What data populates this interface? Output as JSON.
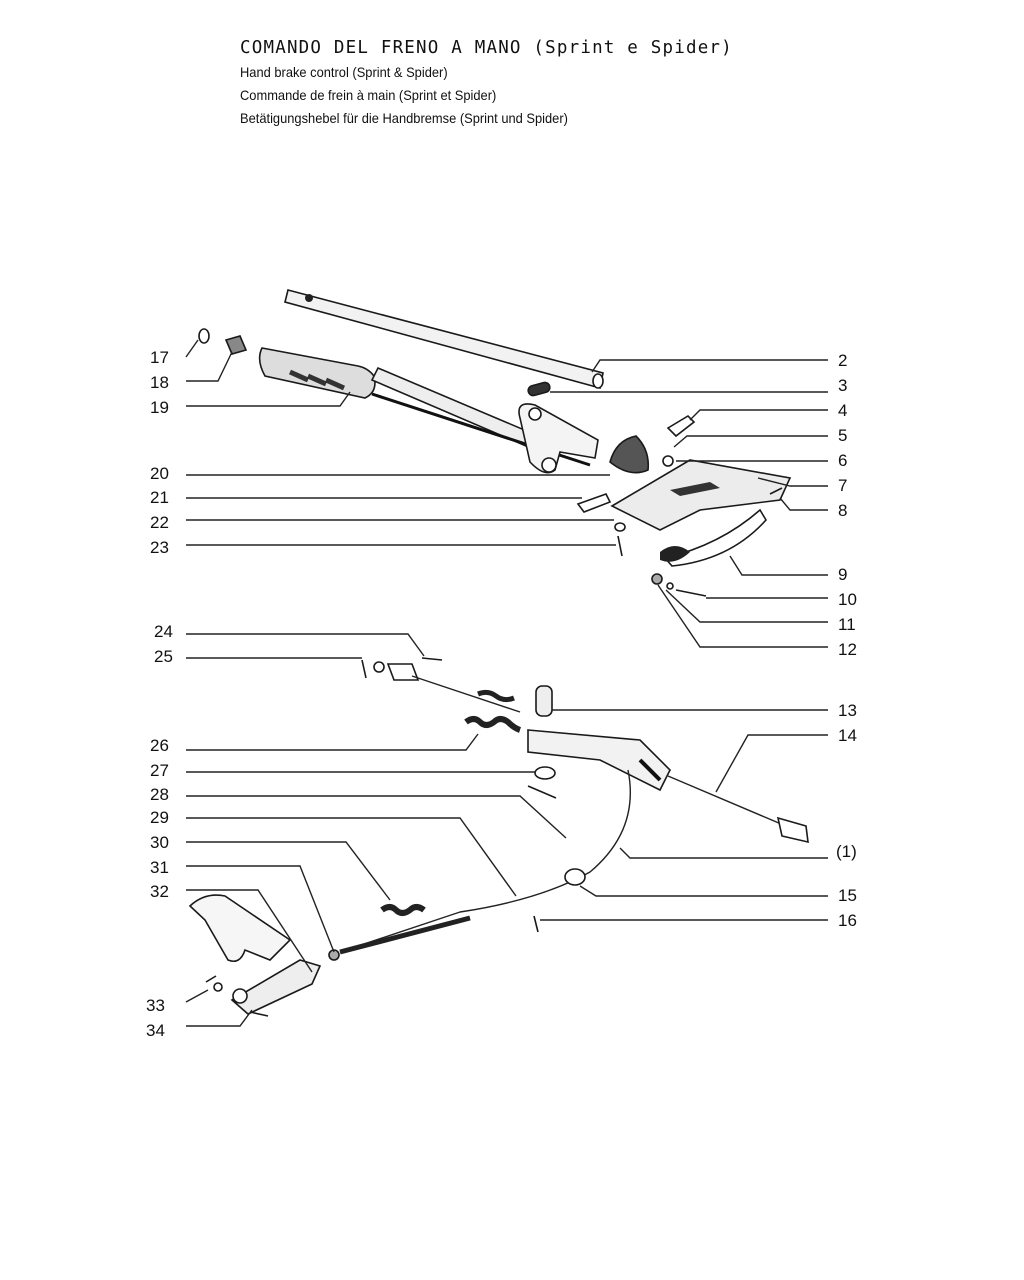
{
  "titles": {
    "main": "COMANDO DEL FRENO A MANO (Sprint e Spider)",
    "en": "Hand brake control (Sprint & Spider)",
    "fr": "Commande de frein à main (Sprint et Spider)",
    "de": "Betätigungshebel für die Handbremse (Sprint und Spider)"
  },
  "callouts": {
    "c2": "2",
    "c3": "3",
    "c4": "4",
    "c5": "5",
    "c6": "6",
    "c7": "7",
    "c8": "8",
    "c9": "9",
    "c10": "10",
    "c11": "11",
    "c12": "12",
    "c13": "13",
    "c14": "14",
    "c1": "(1)",
    "c15": "15",
    "c16": "16",
    "c17": "17",
    "c18": "18",
    "c19": "19",
    "c20": "20",
    "c21": "21",
    "c22": "22",
    "c23": "23",
    "c24": "24",
    "c25": "25",
    "c26": "26",
    "c27": "27",
    "c28": "28",
    "c29": "29",
    "c30": "30",
    "c31": "31",
    "c32": "32",
    "c33": "33",
    "c34": "34"
  }
}
